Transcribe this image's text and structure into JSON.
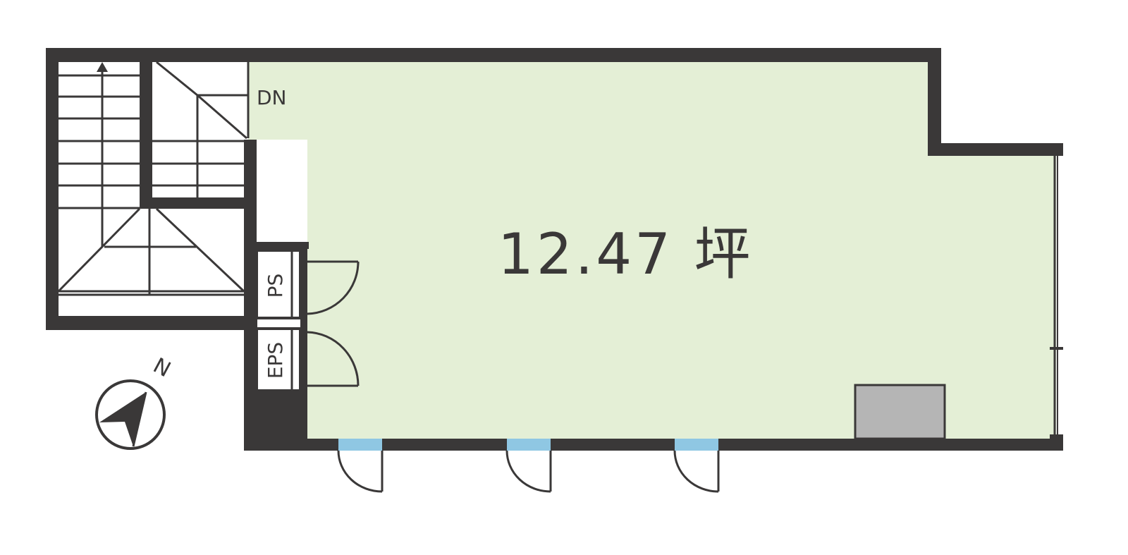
{
  "floorplan": {
    "area_label": "12.47 坪",
    "stair_direction_label": "DN",
    "shafts": [
      {
        "label": "PS"
      },
      {
        "label": "EPS"
      }
    ],
    "compass": {
      "north_label": "N"
    },
    "colors": {
      "wall": "#3a3838",
      "floor": "#e4efd6",
      "window": "#8fc7e3",
      "fixture": "#b5b5b5",
      "background": "#ffffff"
    }
  }
}
